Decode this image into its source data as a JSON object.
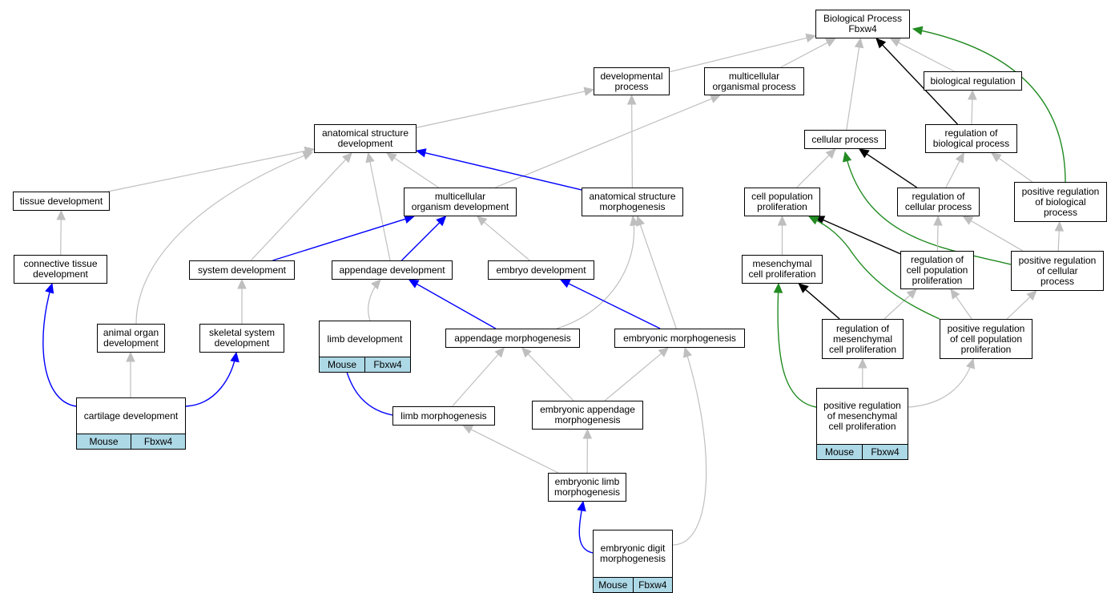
{
  "colors": {
    "is_a": "#bfbfbf",
    "part_of": "#0000ff",
    "regulates": "#000000",
    "positively_regulates": "#228b22",
    "annotation_fill": "#add8e6",
    "node_border": "#000000"
  },
  "nodes": {
    "root": {
      "label": "Biological Process\nFbxw4"
    },
    "developmental_process": {
      "label": "developmental\nprocess"
    },
    "multicellular_organismal_process": {
      "label": "multicellular\norganismal process"
    },
    "biological_regulation": {
      "label": "biological regulation"
    },
    "anatomical_structure_development": {
      "label": "anatomical structure\ndevelopment"
    },
    "cellular_process": {
      "label": "cellular process"
    },
    "regulation_of_biological_process": {
      "label": "regulation of\nbiological process"
    },
    "tissue_development": {
      "label": "tissue development"
    },
    "multicellular_organism_development": {
      "label": "multicellular\norganism development"
    },
    "anatomical_structure_morphogenesis": {
      "label": "anatomical structure\nmorphogenesis"
    },
    "cell_population_proliferation": {
      "label": "cell population\nproliferation"
    },
    "regulation_of_cellular_process": {
      "label": "regulation of\ncellular process"
    },
    "positive_regulation_of_biological_process": {
      "label": "positive regulation\nof biological\nprocess"
    },
    "connective_tissue_development": {
      "label": "connective tissue\ndevelopment"
    },
    "system_development": {
      "label": "system development"
    },
    "appendage_development": {
      "label": "appendage development"
    },
    "embryo_development": {
      "label": "embryo development"
    },
    "mesenchymal_cell_proliferation": {
      "label": "mesenchymal\ncell proliferation"
    },
    "regulation_of_cell_population_proliferation": {
      "label": "regulation of\ncell population\nproliferation"
    },
    "positive_regulation_of_cellular_process": {
      "label": "positive regulation\nof cellular\nprocess"
    },
    "animal_organ_development": {
      "label": "animal organ\ndevelopment"
    },
    "skeletal_system_development": {
      "label": "skeletal system\ndevelopment"
    },
    "limb_development": {
      "label": "limb development",
      "species": "Mouse",
      "gene": "Fbxw4"
    },
    "appendage_morphogenesis": {
      "label": "appendage morphogenesis"
    },
    "embryonic_morphogenesis": {
      "label": "embryonic morphogenesis"
    },
    "regulation_of_mesenchymal_cell_proliferation": {
      "label": "regulation of\nmesenchymal\ncell proliferation"
    },
    "positive_regulation_of_cell_population_proliferation": {
      "label": "positive regulation\nof cell population\nproliferation"
    },
    "cartilage_development": {
      "label": "cartilage development",
      "species": "Mouse",
      "gene": "Fbxw4"
    },
    "limb_morphogenesis": {
      "label": "limb morphogenesis"
    },
    "embryonic_appendage_morphogenesis": {
      "label": "embryonic appendage\nmorphogenesis"
    },
    "positive_regulation_of_mesenchymal_cell_proliferation": {
      "label": "positive regulation\nof mesenchymal\ncell proliferation",
      "species": "Mouse",
      "gene": "Fbxw4"
    },
    "embryonic_limb_morphogenesis": {
      "label": "embryonic limb\nmorphogenesis"
    },
    "embryonic_digit_morphogenesis": {
      "label": "embryonic digit\nmorphogenesis",
      "species": "Mouse",
      "gene": "Fbxw4"
    }
  }
}
